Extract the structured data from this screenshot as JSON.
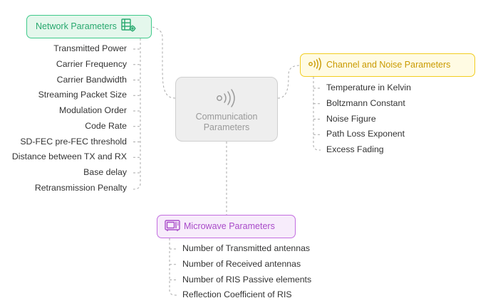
{
  "center": {
    "label_line1": "Communication",
    "label_line2": "Parameters",
    "icon": "signal-waves-icon"
  },
  "network": {
    "title": "Network Parameters",
    "icon": "network-settings-icon",
    "accent": "#3ec98a",
    "items": [
      "Transmitted Power",
      "Carrier Frequency",
      "Carrier Bandwidth",
      "Streaming Packet Size",
      "Modulation Order",
      "Code Rate",
      "SD-FEC pre-FEC threshold",
      "Distance between TX and RX",
      "Base delay",
      "Retransmission Penalty"
    ]
  },
  "channel": {
    "title": "Channel and Noise Parameters",
    "icon": "signal-waves-icon",
    "accent": "#f2cd1f",
    "items": [
      "Temperature in Kelvin",
      "Boltzmann Constant",
      "Noise Figure",
      "Path Loss Exponent",
      "Excess Fading"
    ]
  },
  "microwave": {
    "title": "Microwave Parameters",
    "icon": "microwave-oven-icon",
    "accent": "#c36de0",
    "items": [
      "Number of Transmitted antennas",
      "Number of Received antennas",
      "Number of RIS Passive elements",
      "Reflection Coefficient of RIS"
    ]
  }
}
